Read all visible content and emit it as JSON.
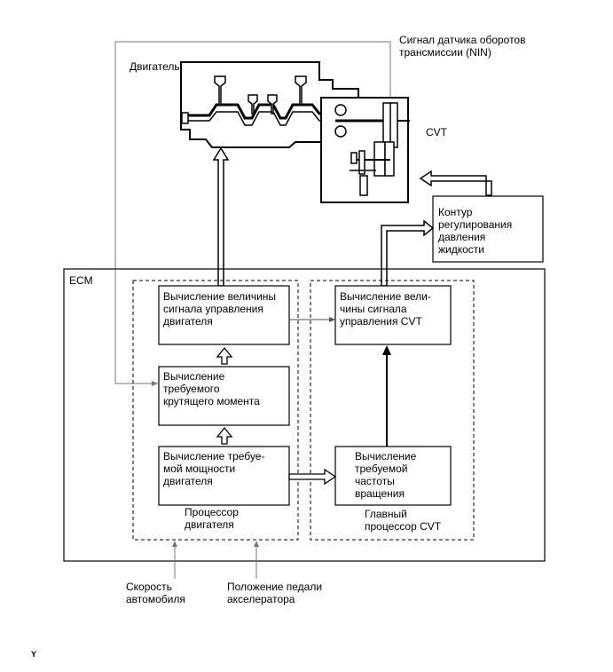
{
  "engine_label": "Двигатель",
  "cvt_label": "CVT",
  "nin_signal_label": "Сигнал датчика оборотов\nтрансмиссии (NIN)",
  "pressure_control_label": "Контур\nрегулирования\nдавления\nжидкости",
  "ecm_label": "ECM",
  "blocks": {
    "engine_control_signal": "Вычисление величины\nсигнала управления\nдвигателя",
    "required_torque": "Вычисление\nтребуемого\nкрутящего момента",
    "required_power": "Вычисление требуе-\nмой мощности\nдвигателя",
    "cvt_control_signal": "Вычисление вели-\nчины сигнала\nуправления CVT",
    "required_speed": "Вычисление\nтребуемой\nчастоты\nвращения"
  },
  "engine_processor_label": "Процессор\nдвигателя",
  "cvt_processor_label": "Главный\nпроцессор CVT",
  "vehicle_speed_label": "Скорость\nавтомобиля",
  "accel_pedal_label": "Положение педали\nакселератора",
  "corner_mark": "Y"
}
